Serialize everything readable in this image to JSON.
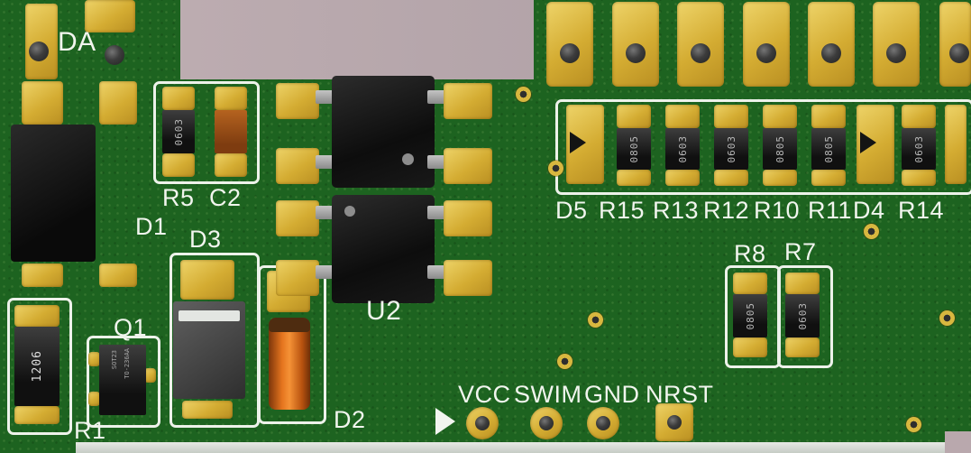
{
  "scene": {
    "description": "3D render of a green printed circuit board (programmer/debugger module) with gold pads",
    "colors": {
      "background": "#b4a3a8",
      "board_green": "#1d6320",
      "pad_gold": "#d9b742",
      "silkscreen_white": "#edf2ea",
      "component_black": "#1b1b1b",
      "capacitor_orange": "#e4741e"
    }
  },
  "silkscreen_labels": {
    "da": "DA",
    "d1": "D1",
    "r5": "R5",
    "c2": "C2",
    "d3": "D3",
    "q1": "Q1",
    "r1": "R1",
    "d2": "D2",
    "u2": "U2",
    "r8": "R8",
    "r7": "R7"
  },
  "component_markings": {
    "r5_body": "0603",
    "r1_body": "1206",
    "q1_line1": "SOT23",
    "q1_line2": "TO-236AA",
    "r8_body": "0805",
    "r7_body": "0603"
  },
  "resistor_row": {
    "items": [
      {
        "label": "D5",
        "type": "diode",
        "marking": ""
      },
      {
        "label": "R15",
        "type": "resistor",
        "marking": "0805"
      },
      {
        "label": "R13",
        "type": "resistor",
        "marking": "0603"
      },
      {
        "label": "R12",
        "type": "resistor",
        "marking": "0603"
      },
      {
        "label": "R10",
        "type": "resistor",
        "marking": "0805"
      },
      {
        "label": "R11",
        "type": "resistor",
        "marking": "0805"
      },
      {
        "label": "D4",
        "type": "diode",
        "marking": ""
      },
      {
        "label": "R14",
        "type": "resistor",
        "marking": "0603"
      }
    ]
  },
  "programming_header": {
    "pins": [
      {
        "label": "VCC"
      },
      {
        "label": "SWIM"
      },
      {
        "label": "GND"
      },
      {
        "label": "NRST"
      }
    ]
  }
}
